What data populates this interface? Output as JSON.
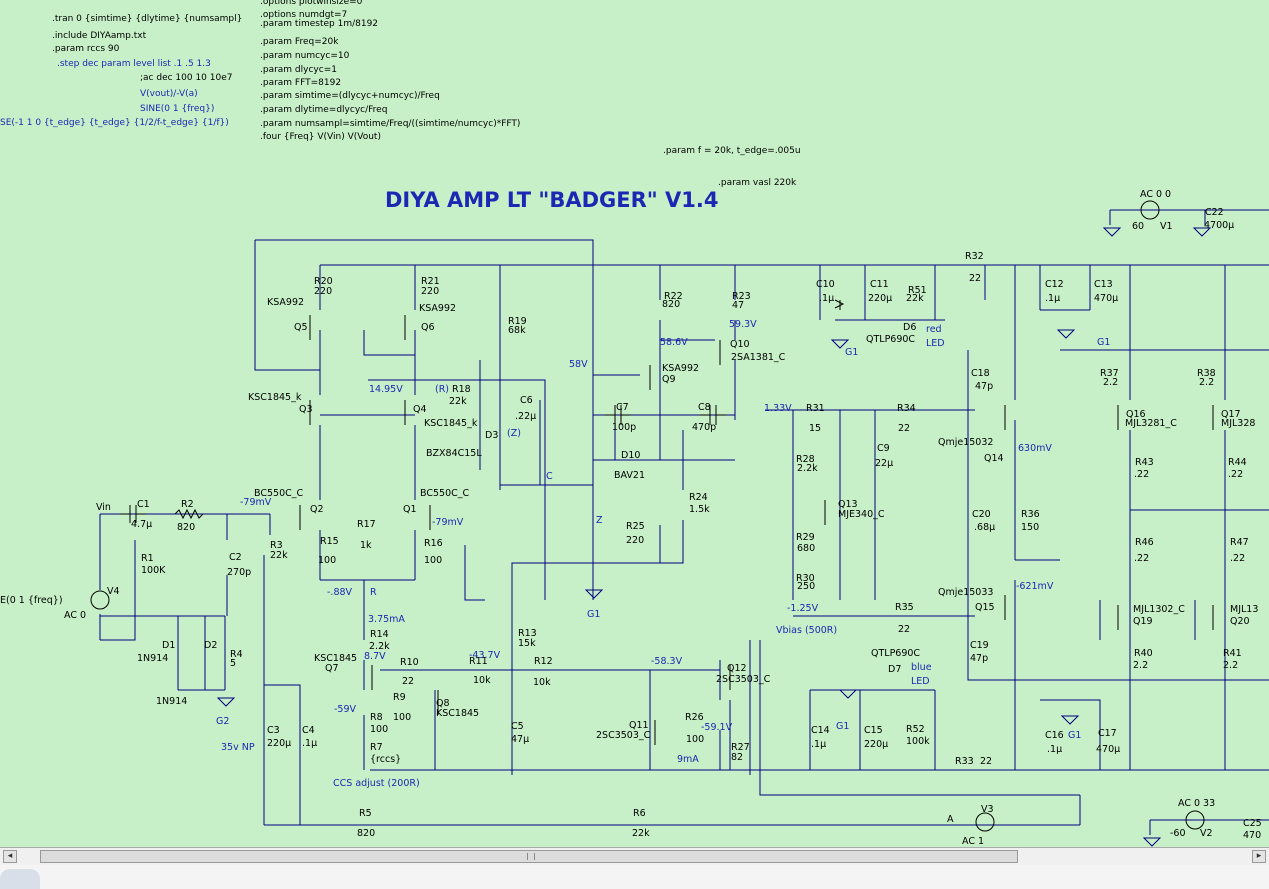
{
  "title": "DIYA AMP LT \"BADGER\" V1.4",
  "directives": {
    "tran": ".tran 0 {simtime} {dlytime} {numsampl}",
    "include": ".include DIYAamp.txt",
    "param_rccs": ".param rccs 90",
    "step": ".step dec param level list .1 .5 1.3",
    "ac": ";ac dec 100 10 10e7",
    "vout": "V(vout)/-V(a)",
    "sine": "SINE(0 1 {freq})",
    "pulse": "SE(-1 1 0 {t_edge} {t_edge} {1/2/f-t_edge} {1/f})",
    "opt_plot": ".options plotwinsize=0",
    "opt_numdgt": ".options numdgt=7",
    "timestep": ".param timestep 1m/8192",
    "freq": ".param Freq=20k",
    "numcyc": ".param numcyc=10",
    "dlycyc": ".param dlycyc=1",
    "fft": ".param FFT=8192",
    "simtime": ".param simtime=(dlycyc+numcyc)/Freq",
    "dlytime": ".param dlytime=dlycyc/Freq",
    "numsampl": ".param numsampl=simtime/Freq/((simtime/numcyc)*FFT)",
    "four": ".four {Freq} V(Vin) V(Vout)",
    "param_f": ".param f = 20k, t_edge=.005u",
    "vasl": ".param vasl 220k"
  },
  "labels": [
    {
      "t": "Vin",
      "c": "k"
    },
    {
      "t": "C1",
      "c": "k"
    },
    {
      "t": "4.7µ",
      "c": "k"
    },
    {
      "t": "R2",
      "c": "k"
    },
    {
      "t": "820",
      "c": "k"
    },
    {
      "t": "R1",
      "c": "k"
    },
    {
      "t": "100K",
      "c": "k"
    },
    {
      "t": "V4",
      "c": "k"
    },
    {
      "t": "E(0 1 {freq})",
      "c": "k"
    },
    {
      "t": "AC 0",
      "c": "k"
    },
    {
      "t": "D1",
      "c": "k"
    },
    {
      "t": "1N914",
      "c": "k"
    },
    {
      "t": "D2",
      "c": "k"
    },
    {
      "t": "1N914",
      "c": "k"
    },
    {
      "t": "R4",
      "c": "k"
    },
    {
      "t": "5",
      "c": "k"
    },
    {
      "t": "G2",
      "c": "b"
    },
    {
      "t": "C2",
      "c": "k"
    },
    {
      "t": "270p",
      "c": "k"
    },
    {
      "t": "R3",
      "c": "k"
    },
    {
      "t": "22k",
      "c": "k"
    },
    {
      "t": "C3",
      "c": "k"
    },
    {
      "t": "220µ",
      "c": "k"
    },
    {
      "t": "C4",
      "c": "k"
    },
    {
      "t": ".1µ",
      "c": "k"
    },
    {
      "t": "35v NP",
      "c": "b"
    },
    {
      "t": "R5",
      "c": "k"
    },
    {
      "t": "820",
      "c": "k"
    },
    {
      "t": "R6",
      "c": "k"
    },
    {
      "t": "22k",
      "c": "k"
    },
    {
      "t": "R20",
      "c": "k"
    },
    {
      "t": "220",
      "c": "k"
    },
    {
      "t": "KSA992",
      "c": "k"
    },
    {
      "t": "Q5",
      "c": "k"
    },
    {
      "t": "R21",
      "c": "k"
    },
    {
      "t": "220",
      "c": "k"
    },
    {
      "t": "KSA992",
      "c": "k"
    },
    {
      "t": "Q6",
      "c": "k"
    },
    {
      "t": "KSC1845_k",
      "c": "k"
    },
    {
      "t": "Q3",
      "c": "k"
    },
    {
      "t": "14.95V",
      "c": "b"
    },
    {
      "t": "Q4",
      "c": "k"
    },
    {
      "t": "BC550C_C",
      "c": "k"
    },
    {
      "t": "Q2",
      "c": "k"
    },
    {
      "t": "-79mV",
      "c": "b"
    },
    {
      "t": "BC550C_C",
      "c": "k"
    },
    {
      "t": "Q1",
      "c": "k"
    },
    {
      "t": "-79mV",
      "c": "b"
    },
    {
      "t": "R17",
      "c": "k"
    },
    {
      "t": "1k",
      "c": "k"
    },
    {
      "t": "R15",
      "c": "k"
    },
    {
      "t": "100",
      "c": "k"
    },
    {
      "t": "R16",
      "c": "k"
    },
    {
      "t": "100",
      "c": "k"
    },
    {
      "t": "-.88V",
      "c": "b"
    },
    {
      "t": "R",
      "c": "b"
    },
    {
      "t": "3.75mA",
      "c": "b"
    },
    {
      "t": "R14",
      "c": "k"
    },
    {
      "t": "2.2k",
      "c": "k"
    },
    {
      "t": "KSC1845",
      "c": "k"
    },
    {
      "t": "8.7V",
      "c": "b"
    },
    {
      "t": "Q7",
      "c": "k"
    },
    {
      "t": "R10",
      "c": "k"
    },
    {
      "t": "22",
      "c": "k"
    },
    {
      "t": "R9",
      "c": "k"
    },
    {
      "t": "100",
      "c": "k"
    },
    {
      "t": "Q8",
      "c": "k"
    },
    {
      "t": "KSC1845",
      "c": "k"
    },
    {
      "t": "-59V",
      "c": "b"
    },
    {
      "t": "R8",
      "c": "k"
    },
    {
      "t": "100",
      "c": "k"
    },
    {
      "t": "R7",
      "c": "k"
    },
    {
      "t": "{rccs}",
      "c": "k"
    },
    {
      "t": "CCS adjust (200R)",
      "c": "b"
    },
    {
      "t": "(R)",
      "c": "b"
    },
    {
      "t": "R18",
      "c": "k"
    },
    {
      "t": "22k",
      "c": "k"
    },
    {
      "t": "KSC1845_k",
      "c": "k"
    },
    {
      "t": "R19",
      "c": "k"
    },
    {
      "t": "68k",
      "c": "k"
    },
    {
      "t": "C6",
      "c": "k"
    },
    {
      "t": ".22µ",
      "c": "k"
    },
    {
      "t": "D3",
      "c": "k"
    },
    {
      "t": "(Z)",
      "c": "b"
    },
    {
      "t": "BZX84C15L",
      "c": "k"
    },
    {
      "t": "C",
      "c": "b"
    },
    {
      "t": "Z",
      "c": "b"
    },
    {
      "t": "R13",
      "c": "k"
    },
    {
      "t": "15k",
      "c": "k"
    },
    {
      "t": "-43.7V",
      "c": "b"
    },
    {
      "t": "R11",
      "c": "k"
    },
    {
      "t": "10k",
      "c": "k"
    },
    {
      "t": "R12",
      "c": "k"
    },
    {
      "t": "10k",
      "c": "k"
    },
    {
      "t": "C5",
      "c": "k"
    },
    {
      "t": "47µ",
      "c": "k"
    },
    {
      "t": "R22",
      "c": "k"
    },
    {
      "t": "820",
      "c": "k"
    },
    {
      "t": "58.6V",
      "c": "b"
    },
    {
      "t": "58V",
      "c": "b"
    },
    {
      "t": "KSA992",
      "c": "k"
    },
    {
      "t": "Q9",
      "c": "k"
    },
    {
      "t": "R23",
      "c": "k"
    },
    {
      "t": "47",
      "c": "k"
    },
    {
      "t": "59.3V",
      "c": "b"
    },
    {
      "t": "Q10",
      "c": "k"
    },
    {
      "t": "2SA1381_C",
      "c": "k"
    },
    {
      "t": "C7",
      "c": "k"
    },
    {
      "t": "100p",
      "c": "k"
    },
    {
      "t": "C8",
      "c": "k"
    },
    {
      "t": "470p",
      "c": "k"
    },
    {
      "t": "D10",
      "c": "k"
    },
    {
      "t": "BAV21",
      "c": "k"
    },
    {
      "t": "R24",
      "c": "k"
    },
    {
      "t": "1.5k",
      "c": "k"
    },
    {
      "t": "R25",
      "c": "k"
    },
    {
      "t": "220",
      "c": "k"
    },
    {
      "t": "G1",
      "c": "b"
    },
    {
      "t": "-58.3V",
      "c": "b"
    },
    {
      "t": "Q12",
      "c": "k"
    },
    {
      "t": "2SC3503_C",
      "c": "k"
    },
    {
      "t": "Q11",
      "c": "k"
    },
    {
      "t": "2SC3503_C",
      "c": "k"
    },
    {
      "t": "R26",
      "c": "k"
    },
    {
      "t": "100",
      "c": "k"
    },
    {
      "t": "-59.1V",
      "c": "b"
    },
    {
      "t": "R27",
      "c": "k"
    },
    {
      "t": "82",
      "c": "k"
    },
    {
      "t": "9mA",
      "c": "b"
    },
    {
      "t": "C10",
      "c": "k"
    },
    {
      "t": ".1µ",
      "c": "k"
    },
    {
      "t": "C11",
      "c": "k"
    },
    {
      "t": "220µ",
      "c": "k"
    },
    {
      "t": "R51",
      "c": "k"
    },
    {
      "t": "22k",
      "c": "k"
    },
    {
      "t": "D6",
      "c": "k"
    },
    {
      "t": "QTLP690C",
      "c": "k"
    },
    {
      "t": "red",
      "c": "b"
    },
    {
      "t": "LED",
      "c": "b"
    },
    {
      "t": "G1",
      "c": "b"
    },
    {
      "t": "1.33V",
      "c": "b"
    },
    {
      "t": "R31",
      "c": "k"
    },
    {
      "t": "15",
      "c": "k"
    },
    {
      "t": "R34",
      "c": "k"
    },
    {
      "t": "22",
      "c": "k"
    },
    {
      "t": "R28",
      "c": "k"
    },
    {
      "t": "2.2k",
      "c": "k"
    },
    {
      "t": "C9",
      "c": "k"
    },
    {
      "t": "22µ",
      "c": "k"
    },
    {
      "t": "Q13",
      "c": "k"
    },
    {
      "t": "MJE340_C",
      "c": "k"
    },
    {
      "t": "R29",
      "c": "k"
    },
    {
      "t": "680",
      "c": "k"
    },
    {
      "t": "R30",
      "c": "k"
    },
    {
      "t": "250",
      "c": "k"
    },
    {
      "t": "-1.25V",
      "c": "b"
    },
    {
      "t": "Vbias (500R)",
      "c": "b"
    },
    {
      "t": "R35",
      "c": "k"
    },
    {
      "t": "22",
      "c": "k"
    },
    {
      "t": "QTLP690C",
      "c": "k"
    },
    {
      "t": "D7",
      "c": "k"
    },
    {
      "t": "blue",
      "c": "b"
    },
    {
      "t": "LED",
      "c": "b"
    },
    {
      "t": "C14",
      "c": "k"
    },
    {
      "t": ".1µ",
      "c": "k"
    },
    {
      "t": "G1",
      "c": "b"
    },
    {
      "t": "C15",
      "c": "k"
    },
    {
      "t": "220µ",
      "c": "k"
    },
    {
      "t": "R52",
      "c": "k"
    },
    {
      "t": "100k",
      "c": "k"
    },
    {
      "t": "R33",
      "c": "k"
    },
    {
      "t": "22",
      "c": "k"
    },
    {
      "t": "R32",
      "c": "k"
    },
    {
      "t": "22",
      "c": "k"
    },
    {
      "t": "C12",
      "c": "k"
    },
    {
      "t": ".1µ",
      "c": "k"
    },
    {
      "t": "C13",
      "c": "k"
    },
    {
      "t": "470µ",
      "c": "k"
    },
    {
      "t": "C18",
      "c": "k"
    },
    {
      "t": "47p",
      "c": "k"
    },
    {
      "t": "Qmje15032",
      "c": "k"
    },
    {
      "t": "Q14",
      "c": "k"
    },
    {
      "t": "630mV",
      "c": "b"
    },
    {
      "t": "C20",
      "c": "k"
    },
    {
      "t": ".68µ",
      "c": "k"
    },
    {
      "t": "R36",
      "c": "k"
    },
    {
      "t": "150",
      "c": "k"
    },
    {
      "t": "Qmje15033",
      "c": "k"
    },
    {
      "t": "Q15",
      "c": "k"
    },
    {
      "t": "-621mV",
      "c": "b"
    },
    {
      "t": "C19",
      "c": "k"
    },
    {
      "t": "47p",
      "c": "k"
    },
    {
      "t": "C16",
      "c": "k"
    },
    {
      "t": ".1µ",
      "c": "k"
    },
    {
      "t": "G1",
      "c": "b"
    },
    {
      "t": "C17",
      "c": "k"
    },
    {
      "t": "470µ",
      "c": "k"
    },
    {
      "t": "G1",
      "c": "b"
    },
    {
      "t": "R37",
      "c": "k"
    },
    {
      "t": "2.2",
      "c": "k"
    },
    {
      "t": "Q16",
      "c": "k"
    },
    {
      "t": "MJL3281_C",
      "c": "k"
    },
    {
      "t": "R38",
      "c": "k"
    },
    {
      "t": "2.2",
      "c": "k"
    },
    {
      "t": "Q17",
      "c": "k"
    },
    {
      "t": "MJL328",
      "c": "k"
    },
    {
      "t": "R43",
      "c": "k"
    },
    {
      "t": ".22",
      "c": "k"
    },
    {
      "t": "R44",
      "c": "k"
    },
    {
      "t": ".22",
      "c": "k"
    },
    {
      "t": "R46",
      "c": "k"
    },
    {
      "t": ".22",
      "c": "k"
    },
    {
      "t": "R47",
      "c": "k"
    },
    {
      "t": ".22",
      "c": "k"
    },
    {
      "t": "MJL1302_C",
      "c": "k"
    },
    {
      "t": "Q19",
      "c": "k"
    },
    {
      "t": "MJL13",
      "c": "k"
    },
    {
      "t": "Q20",
      "c": "k"
    },
    {
      "t": "R40",
      "c": "k"
    },
    {
      "t": "2.2",
      "c": "k"
    },
    {
      "t": "R41",
      "c": "k"
    },
    {
      "t": "2.2",
      "c": "k"
    },
    {
      "t": "AC 0 0",
      "c": "k"
    },
    {
      "t": "60",
      "c": "k"
    },
    {
      "t": "V1",
      "c": "k"
    },
    {
      "t": "C22",
      "c": "k"
    },
    {
      "t": "4700µ",
      "c": "k"
    },
    {
      "t": "A",
      "c": "k"
    },
    {
      "t": "V3",
      "c": "k"
    },
    {
      "t": "AC 1",
      "c": "k"
    },
    {
      "t": "AC 0 33",
      "c": "k"
    },
    {
      "t": "-60",
      "c": "k"
    },
    {
      "t": "V2",
      "c": "k"
    },
    {
      "t": "C25",
      "c": "k"
    },
    {
      "t": "470",
      "c": "k"
    }
  ]
}
